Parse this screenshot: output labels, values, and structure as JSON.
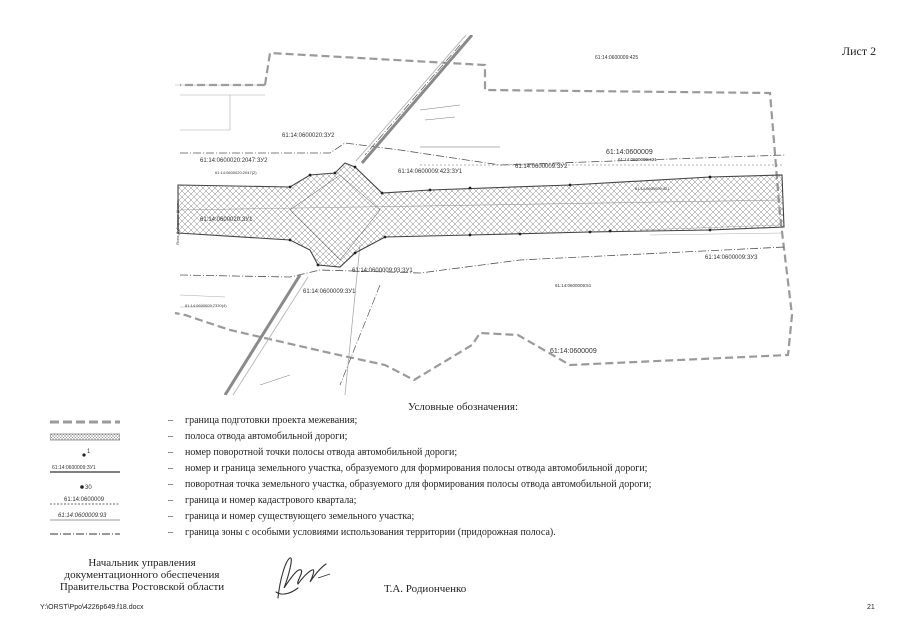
{
  "sheet_label": "Лист 2",
  "map_labels": {
    "q_top": "61:14:0600009:425",
    "q_main": "61:14:0600009",
    "q_main_sub": "61:14:0600009:421",
    "q_bottom": "61:14:0600009",
    "p_sv2": "61:14:0600020:ЗУ2",
    "p_2047": "61:14:0600020:2047:ЗУ2",
    "p_2047_sub": "61:14:0600020:2047(2)",
    "p_423": "61:14:0600009:423:ЗУ1",
    "p_9_sv2": "61:14:0600009:ЗУ2",
    "p_20_sv1": "61:14:0600020:ЗУ1",
    "p_93": "61:14:0600009:93:ЗУ1",
    "p_9_sv1": "61:14:0600009:ЗУ1",
    "p_9_sv3": "61:14:0600009:ЗУ3",
    "p_51": "61:14:0600009:51",
    "p_421b": "61:14:0600009:421",
    "p_left": "61:14:0600009:7330(4)",
    "road_sign": "Ясно-Дубовское-Шахты"
  },
  "legend": {
    "title": "Условные обозначения:",
    "dash": "–",
    "items": [
      {
        "text": "граница подготовки проекта межевания;"
      },
      {
        "text": "полоса отвода автомобильной дороги;"
      },
      {
        "text": "номер поворотной точки полосы отвода автомобильной дороги;",
        "sym": "1"
      },
      {
        "text": "номер и граница земельного участка, образуемого для формирования полосы отвода автомобильной дороги;",
        "sym": "61:14:0600009:ЗУ1"
      },
      {
        "text": "поворотная точка земельного участка, образуемого для формирования полосы отвода автомобильной дороги;",
        "sym": "30"
      },
      {
        "text": "граница и номер кадастрового квартала;",
        "sym": "61:14:0600009"
      },
      {
        "text": "граница и номер существующего земельного участка;",
        "sym": "61:14:0600009:93"
      },
      {
        "text": "граница зоны с особыми условиями использования территории (придорожная полоса)."
      }
    ]
  },
  "signature": {
    "line1": "Начальник управления",
    "line2": "документационного обеспечения",
    "line3": "Правительства Ростовской области",
    "name": "Т.А. Родионченко"
  },
  "footer": {
    "path": "Y:\\ORST\\Ppo\\4226p649.f18.docx",
    "page": "21"
  }
}
